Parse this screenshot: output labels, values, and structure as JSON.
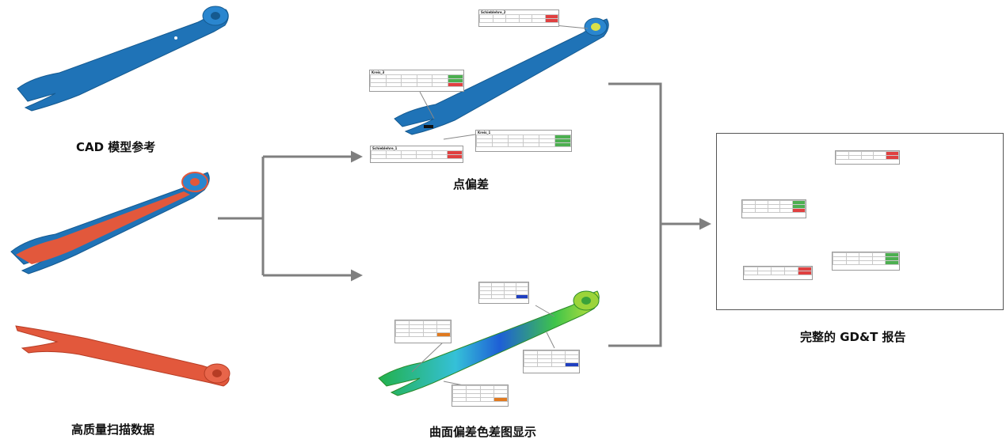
{
  "labels": {
    "cad": "CAD 模型参考",
    "scan": "高质量扫描数据",
    "point_deviation": "点偏差",
    "surface_deviation": "曲面偏差色差图显示",
    "report": "完整的 GD&T 报告"
  },
  "colors": {
    "cad_blue": "#1f73b7",
    "scan_orange": "#e2583c",
    "arrow_gray": "#7f7f7f",
    "report_border": "#555555"
  },
  "callouts": {
    "schieblehre_2": "Schieblehre_2",
    "kreis_3": "Kreis_3",
    "kreis_1": "Kreis_1",
    "schieblehre_1": "Schieblehre_1"
  }
}
